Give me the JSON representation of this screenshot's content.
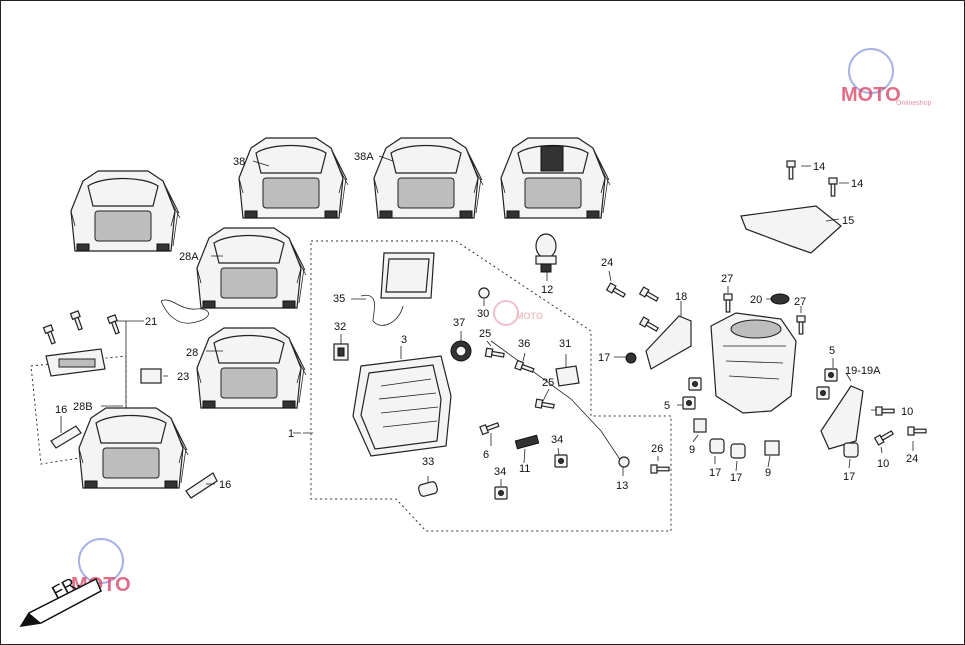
{
  "callouts": {
    "c1": "1",
    "c3": "3",
    "c5a": "5",
    "c5b": "5",
    "c6": "6",
    "c9a": "9",
    "c9b": "9",
    "c10a": "10",
    "c10b": "10",
    "c11": "11",
    "c12": "12",
    "c13": "13",
    "c14a": "14",
    "c14b": "14",
    "c15": "15",
    "c16a": "16",
    "c16b": "16",
    "c17a": "17",
    "c17b": "17",
    "c17c": "17",
    "c17d": "17",
    "c18": "18",
    "c1919a": "19-19A",
    "c20": "20",
    "c21": "21",
    "c23": "23",
    "c24a": "24",
    "c24b": "24",
    "c25a": "25",
    "c25b": "25",
    "c26": "26",
    "c27a": "27",
    "c27b": "27",
    "c28": "28",
    "c28a": "28A",
    "c28b": "28B",
    "c30": "30",
    "c31": "31",
    "c32": "32",
    "c33": "33",
    "c34a": "34",
    "c34b": "34",
    "c35": "35",
    "c36": "36",
    "c37": "37",
    "c38": "38",
    "c38a": "38A"
  },
  "direction_label": "FR.",
  "watermark": {
    "text": "MOTO",
    "color": "#d94a6a"
  },
  "colors": {
    "line": "#222222",
    "background": "#ffffff"
  }
}
